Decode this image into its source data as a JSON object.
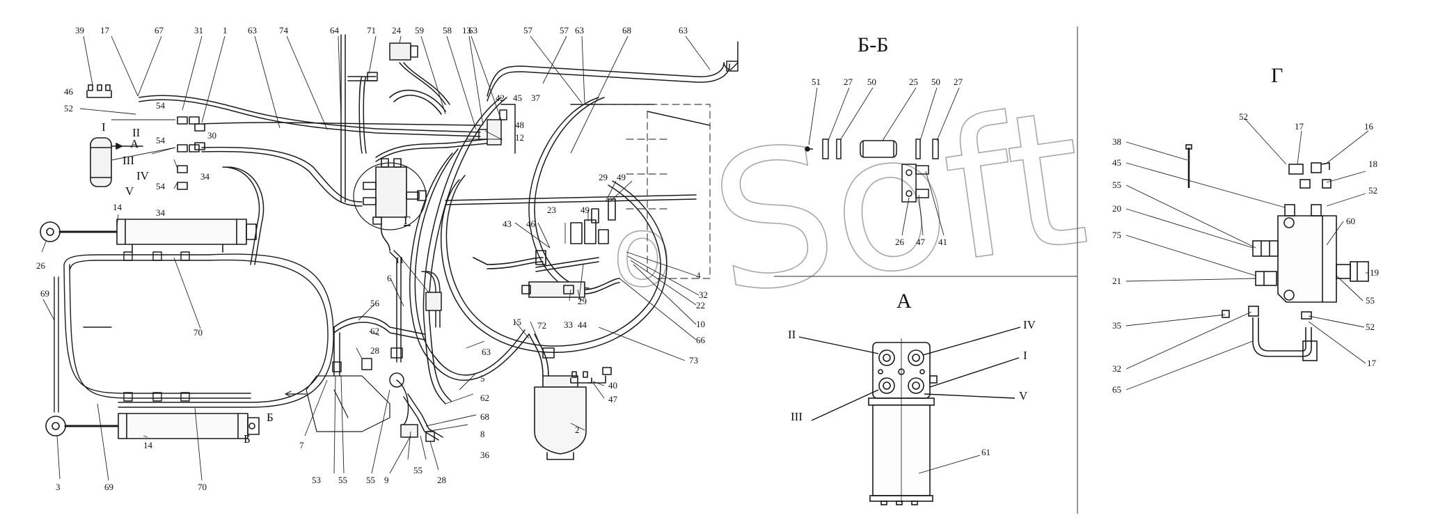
{
  "views": {
    "section_bb": "Б-Б",
    "view_a": "А",
    "view_g": "Г",
    "ref_a": "А",
    "ref_b_top": "Б",
    "ref_b_bottom": "Б",
    "ref_g": "Г"
  },
  "watermark": {
    "brand": "Soft",
    "small_letter": "o"
  },
  "ports": [
    "I",
    "II",
    "III",
    "IV",
    "V"
  ],
  "callouts_main": [
    "39",
    "17",
    "67",
    "31",
    "1",
    "63",
    "74",
    "64",
    "71",
    "24",
    "59",
    "58",
    "13",
    "63",
    "57",
    "57",
    "63",
    "68",
    "63",
    "46",
    "52",
    "54",
    "42",
    "45",
    "37",
    "48",
    "12",
    "30",
    "54",
    "34",
    "34",
    "54",
    "29",
    "49",
    "14",
    "26",
    "69",
    "70",
    "43",
    "46",
    "23",
    "49",
    "29",
    "4",
    "32",
    "22",
    "10",
    "66",
    "33",
    "44",
    "11",
    "6",
    "56",
    "62",
    "28",
    "15",
    "72",
    "63",
    "5",
    "62",
    "68",
    "8",
    "36",
    "9",
    "55",
    "55",
    "55",
    "28",
    "53",
    "7",
    "73",
    "2",
    "40",
    "47",
    "3",
    "69",
    "14",
    "70"
  ],
  "callouts_bb": [
    "51",
    "27",
    "50",
    "25",
    "50",
    "27",
    "26",
    "47",
    "41"
  ],
  "callouts_a": [
    "61"
  ],
  "callouts_g": [
    "38",
    "52",
    "17",
    "16",
    "45",
    "18",
    "52",
    "55",
    "60",
    "20",
    "75",
    "19",
    "21",
    "55",
    "35",
    "52",
    "32",
    "17",
    "65"
  ]
}
